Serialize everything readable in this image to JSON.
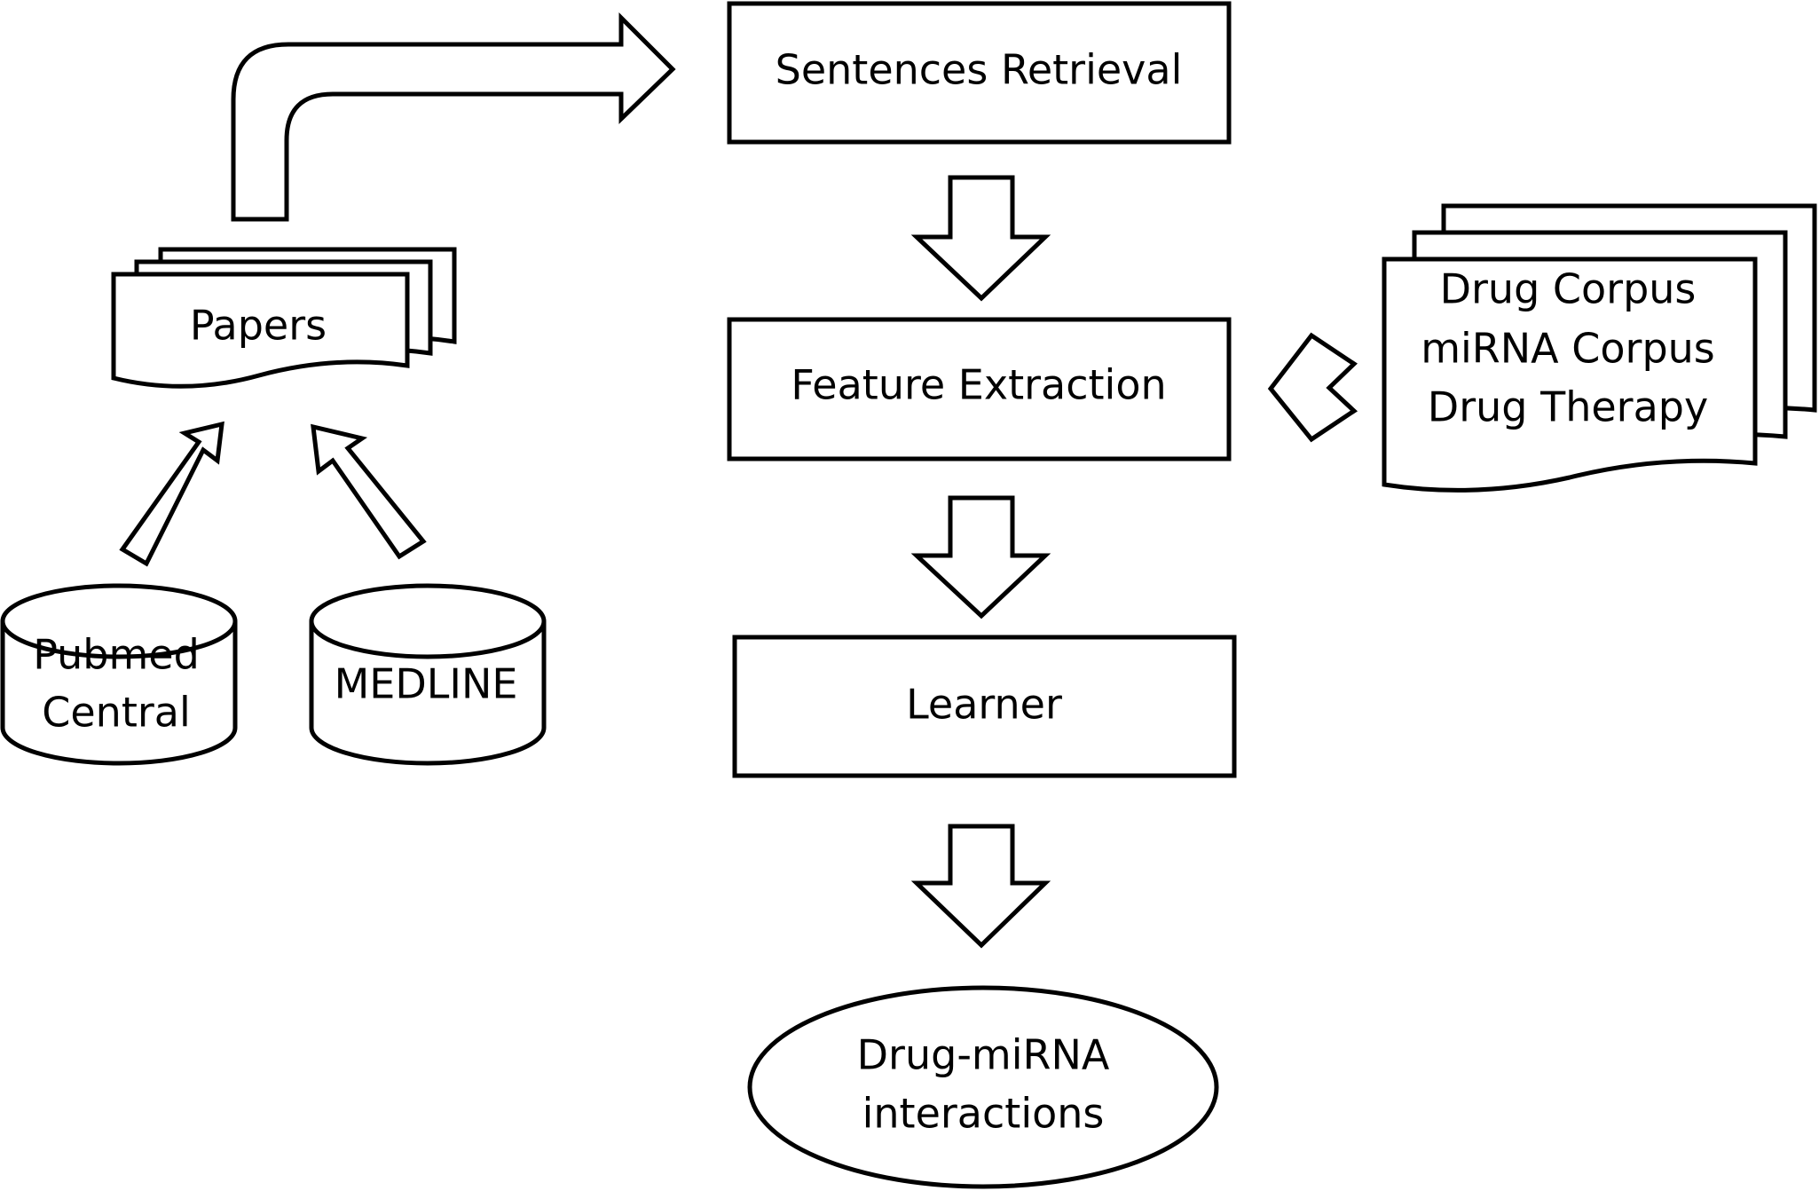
{
  "nodes": {
    "sentences_retrieval": {
      "label": "Sentences Retrieval"
    },
    "feature_extraction": {
      "label": "Feature Extraction"
    },
    "learner": {
      "label": "Learner"
    },
    "output": {
      "lines": [
        "Drug-miRNA",
        "interactions"
      ]
    },
    "papers": {
      "label": "Papers"
    },
    "pubmed_central": {
      "lines": [
        "Pubmed",
        "Central"
      ]
    },
    "medline": {
      "label": "MEDLINE"
    },
    "corpus": {
      "lines": [
        "Drug Corpus",
        "miRNA Corpus",
        "Drug Therapy"
      ]
    }
  }
}
